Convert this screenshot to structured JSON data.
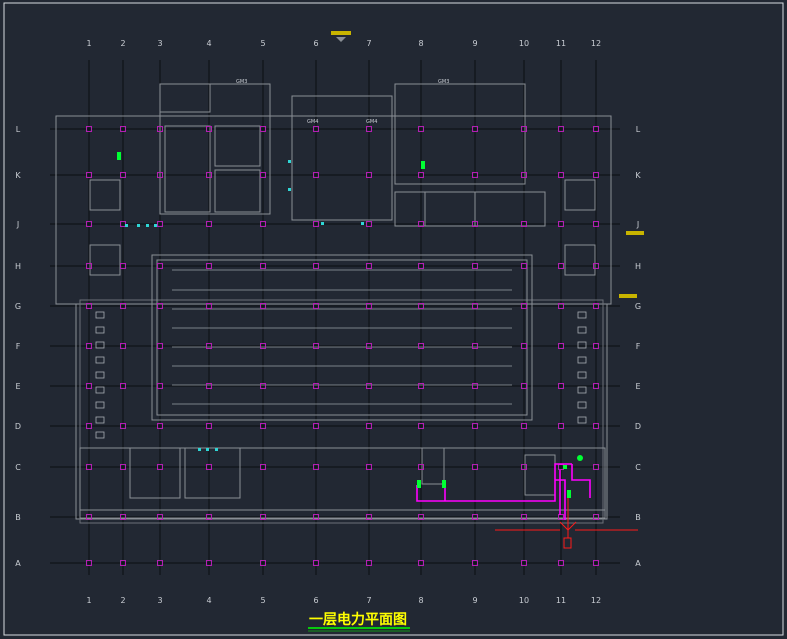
{
  "drawing": {
    "title": "一层电力平面图",
    "columns": [
      "1",
      "2",
      "3",
      "4",
      "5",
      "6",
      "7",
      "8",
      "9",
      "10",
      "11",
      "12"
    ],
    "rows": [
      "L",
      "K",
      "J",
      "H",
      "G",
      "F",
      "E",
      "D",
      "C",
      "B",
      "A"
    ],
    "room_tags": [
      "GM3",
      "GM3",
      "GM4",
      "GM4"
    ]
  },
  "colors": {
    "background": "#222833",
    "walls": "#8a8f96",
    "axis_lines": "#0b0e12",
    "column_markers": "#b21fb2",
    "power_circuits": "#ff00ff",
    "incoming_feeders": "#ff1a1a",
    "distribution_boxes": "#00ff33",
    "section_arrows": "#c8b400",
    "title_text": "#ffff00",
    "title_underline": "#00ff00"
  }
}
